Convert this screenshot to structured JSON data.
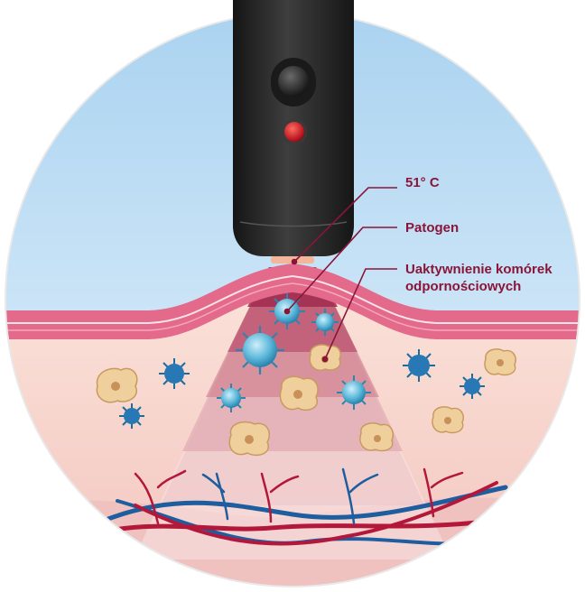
{
  "labels": {
    "temperature": "51° C",
    "pathogen": "Patogen",
    "immune_line1": "Uaktywnienie komórek",
    "immune_line2": "odpornościowych"
  },
  "colors": {
    "sky_top": "#a9d2f0",
    "sky_bottom": "#e6f3fc",
    "skin_band": "#e46a8c",
    "tissue": "#f9dcd4",
    "deep_tissue": "#f3c7c2",
    "heat_cone": "#b03a5e",
    "label_text": "#8a1538",
    "device": "#2b2b2b",
    "led": "#d5101a",
    "pathogen": "#3a9ec4",
    "immune_cell": "#efcf9c",
    "artery": "#b3183a",
    "vein": "#1e5d9e"
  },
  "icons": [
    "device-handle-icon",
    "button-icon",
    "led-icon",
    "pathogen-icon",
    "immune-cell-icon"
  ]
}
